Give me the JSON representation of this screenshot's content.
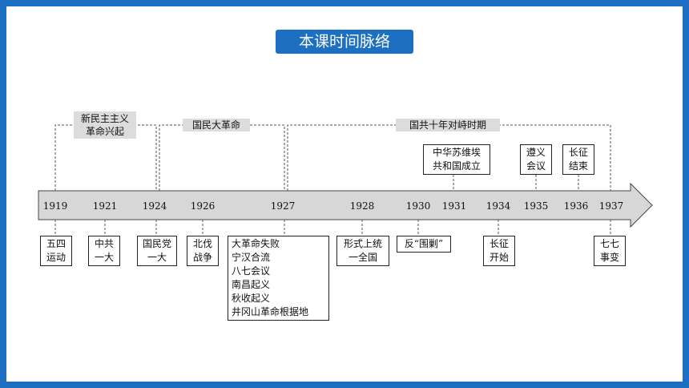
{
  "title": "本课时间脉络",
  "periods": [
    {
      "lines": [
        "新民主主义",
        "革命兴起"
      ]
    },
    {
      "lines": [
        "国民大革命"
      ]
    },
    {
      "lines": [
        "国共十年对峙时期"
      ]
    }
  ],
  "years": [
    "1919",
    "1921",
    "1924",
    "1926",
    "1927",
    "1928",
    "1930",
    "1931",
    "1934",
    "1935",
    "1936",
    "1937"
  ],
  "events_below": [
    {
      "lines": [
        "五四",
        "运动"
      ]
    },
    {
      "lines": [
        "中共",
        "一大"
      ]
    },
    {
      "lines": [
        "国民党",
        "一大"
      ]
    },
    {
      "lines": [
        "北伐",
        "战争"
      ]
    },
    {
      "lines": [
        "大革命失败",
        "宁汉合流",
        "八七会议",
        "南昌起义",
        "秋收起义",
        "井冈山革命根据地"
      ]
    },
    {
      "lines": [
        "形式上统",
        "一全国"
      ]
    },
    {
      "lines": [
        "反“围剿”"
      ]
    },
    {
      "lines": [
        "长征",
        "开始"
      ]
    },
    {
      "lines": [
        "七七",
        "事变"
      ]
    }
  ],
  "events_above": [
    {
      "lines": [
        "中华苏维埃",
        "共和国成立"
      ]
    },
    {
      "lines": [
        "遵义",
        "会议"
      ]
    },
    {
      "lines": [
        "长征",
        "结束"
      ]
    }
  ],
  "colors": {
    "frame": "#1c6fc0",
    "title_bg": "#1d6fc1",
    "arrow_fill": "#d7d7d7",
    "period_bg": "#dcdcdc"
  }
}
